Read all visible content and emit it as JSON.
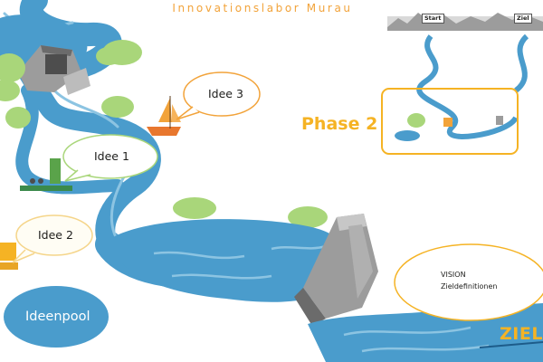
{
  "header": {
    "title": "Innovationslabor Murau"
  },
  "phase_label": "Phase 2",
  "bubbles": {
    "idee1": "Idee 1",
    "idee2": "Idee 2",
    "idee3": "Idee 3"
  },
  "pool_label": "Ideenpool",
  "minimap": {
    "start_label": "Start",
    "ziel_label": "Ziel"
  },
  "vision_bubble": {
    "line1": "VISION",
    "line2": "Zieldefinitionen"
  },
  "goal_label": "ZIEL",
  "colors": {
    "water": "#4a9ccc",
    "water_light": "#8cc4e2",
    "accent_orange": "#f2a33a",
    "accent_yellow": "#f5b324",
    "tree_green": "#a9d67a"
  }
}
